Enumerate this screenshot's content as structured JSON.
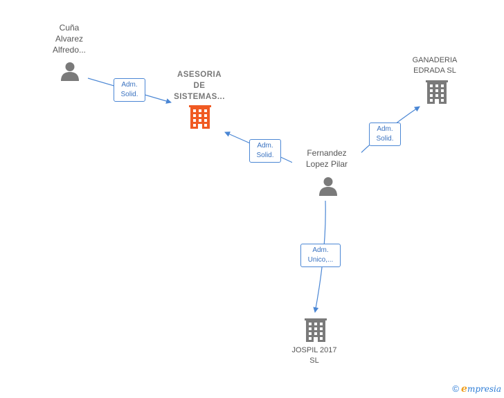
{
  "nodes": {
    "cuna": {
      "lines": [
        "Cuña",
        "Alvarez",
        "Alfredo..."
      ],
      "type": "person"
    },
    "asesoria": {
      "lines": [
        "ASESORIA",
        "DE",
        "SISTEMAS..."
      ],
      "type": "company-main"
    },
    "ganaderia": {
      "lines": [
        "GANADERIA",
        "EDRADA  SL"
      ],
      "type": "company"
    },
    "fernandez": {
      "lines": [
        "Fernandez",
        "Lopez Pilar"
      ],
      "type": "person"
    },
    "jospil": {
      "lines": [
        "JOSPIL 2017",
        "SL"
      ],
      "type": "company"
    }
  },
  "edges": {
    "cuna_asesoria": {
      "lines": [
        "Adm.",
        "Solid."
      ]
    },
    "fernandez_asesoria": {
      "lines": [
        "Adm.",
        "Solid."
      ]
    },
    "fernandez_ganaderia": {
      "lines": [
        "Adm.",
        "Solid."
      ]
    },
    "fernandez_jospil": {
      "lines": [
        "Adm.",
        "Unico,..."
      ]
    }
  },
  "colors": {
    "edge": "#4a86d4",
    "person_icon": "#7a7a7a",
    "company_icon": "#7a7a7a",
    "main_company_icon": "#f05a22"
  },
  "footer": {
    "copyright_symbol": "©",
    "brand_e": "e",
    "brand_rest": "mpresia"
  }
}
